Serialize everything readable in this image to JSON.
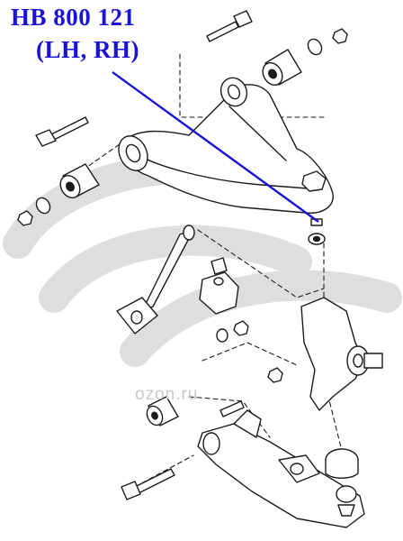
{
  "part_number": "HB 800 121",
  "side": "(LH, RH)",
  "watermark": "ozon.ru",
  "colors": {
    "callout": "#1a12d6",
    "line_art": "#1b1b1b",
    "watermark": "#d2d2d2"
  },
  "components": [
    "upper-control-arm",
    "front-bushing",
    "rear-bushing",
    "ball-joint",
    "bump-stop",
    "steering-knuckle",
    "lower-control-arm",
    "lower-ball-joint",
    "strut-rod",
    "mounting-bolts",
    "nuts",
    "washers"
  ]
}
